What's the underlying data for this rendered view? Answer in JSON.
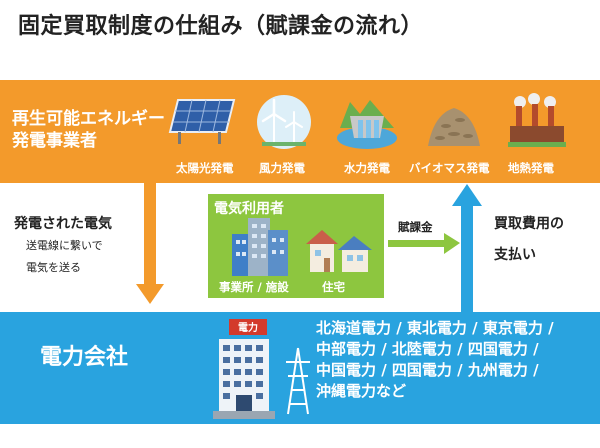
{
  "title": "固定買取制度の仕組み（賦課金の流れ）",
  "producer": {
    "line1": "再生可能エネルギー",
    "line2": "発電事業者"
  },
  "sources": [
    "太陽光発電",
    "風力発電",
    "水力発電",
    "バイオマス発電",
    "地熱発電"
  ],
  "left_flow": {
    "main": "発電された電気",
    "sub1": "送電線に繋いで",
    "sub2": "電気を送る"
  },
  "user_box": {
    "title": "電気利用者",
    "business": "事業所 / 施設",
    "home": "住宅"
  },
  "levy_label": "賦課金",
  "right_flow": {
    "line1": "買取費用の",
    "line2": "支払い"
  },
  "company": {
    "label": "電力会社",
    "sign": "電力",
    "list": [
      "北海道電力 / 東北電力 / 東京電力 /",
      "中部電力 / 北陸電力 / 四国電力 /",
      "中国電力 / 四国電力 / 九州電力 /",
      "沖縄電力など"
    ]
  },
  "colors": {
    "orange": "#F39A2B",
    "blue": "#29A3DF",
    "green": "#8DC63F"
  }
}
